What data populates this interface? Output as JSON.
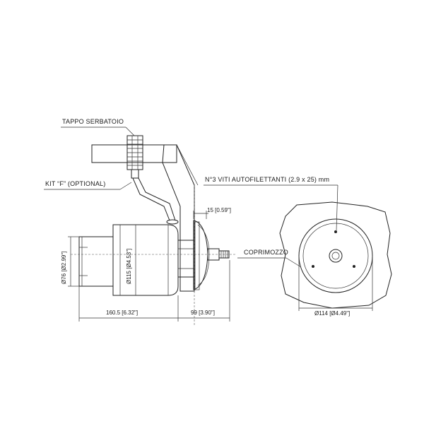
{
  "labels": {
    "tank_cap": "TAPPO SERBATOIO",
    "kit_f": "KIT “F” (OPTIONAL)",
    "screws": "N°3 VITI AUTOFILETTANTI (2.9 x 25) mm",
    "hub_cover": "COPRIMOZZO"
  },
  "dimensions": {
    "d15": "15 [0.59\"]",
    "d76": "Ø76 [Ø2.99\"]",
    "d115": "Ø115 [Ø4.53\"]",
    "d160": "160.5 [6.32\"]",
    "d99": "99 [3.90\"]",
    "d114": "Ø114 [Ø4.49\"]"
  }
}
